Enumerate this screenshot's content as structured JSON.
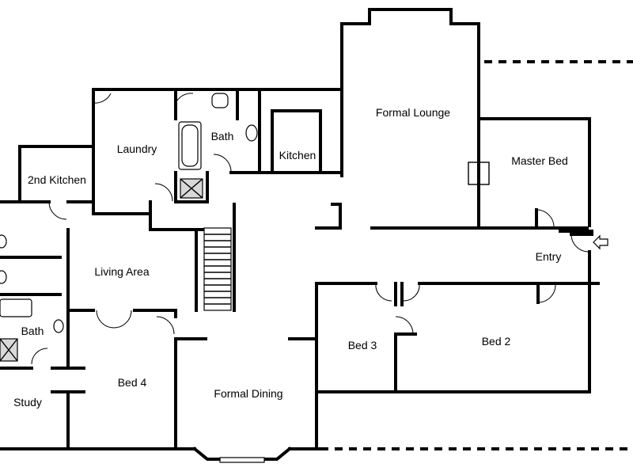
{
  "plan": {
    "rooms": [
      {
        "id": "formal-lounge",
        "label": "Formal Lounge"
      },
      {
        "id": "master-bed",
        "label": "Master Bed"
      },
      {
        "id": "entry",
        "label": "Entry"
      },
      {
        "id": "kitchen",
        "label": "Kitchen"
      },
      {
        "id": "bath-upper",
        "label": "Bath"
      },
      {
        "id": "laundry",
        "label": "Laundry"
      },
      {
        "id": "second-kitchen",
        "label": "2nd Kitchen"
      },
      {
        "id": "living-area",
        "label": "Living Area"
      },
      {
        "id": "bath-lower",
        "label": "Bath"
      },
      {
        "id": "bed-4",
        "label": "Bed 4"
      },
      {
        "id": "study",
        "label": "Study"
      },
      {
        "id": "formal-dining",
        "label": "Formal Dining"
      },
      {
        "id": "bed-3",
        "label": "Bed 3"
      },
      {
        "id": "bed-2",
        "label": "Bed 2"
      }
    ],
    "icons": {
      "entry_arrow": "entry-arrow-icon"
    }
  }
}
